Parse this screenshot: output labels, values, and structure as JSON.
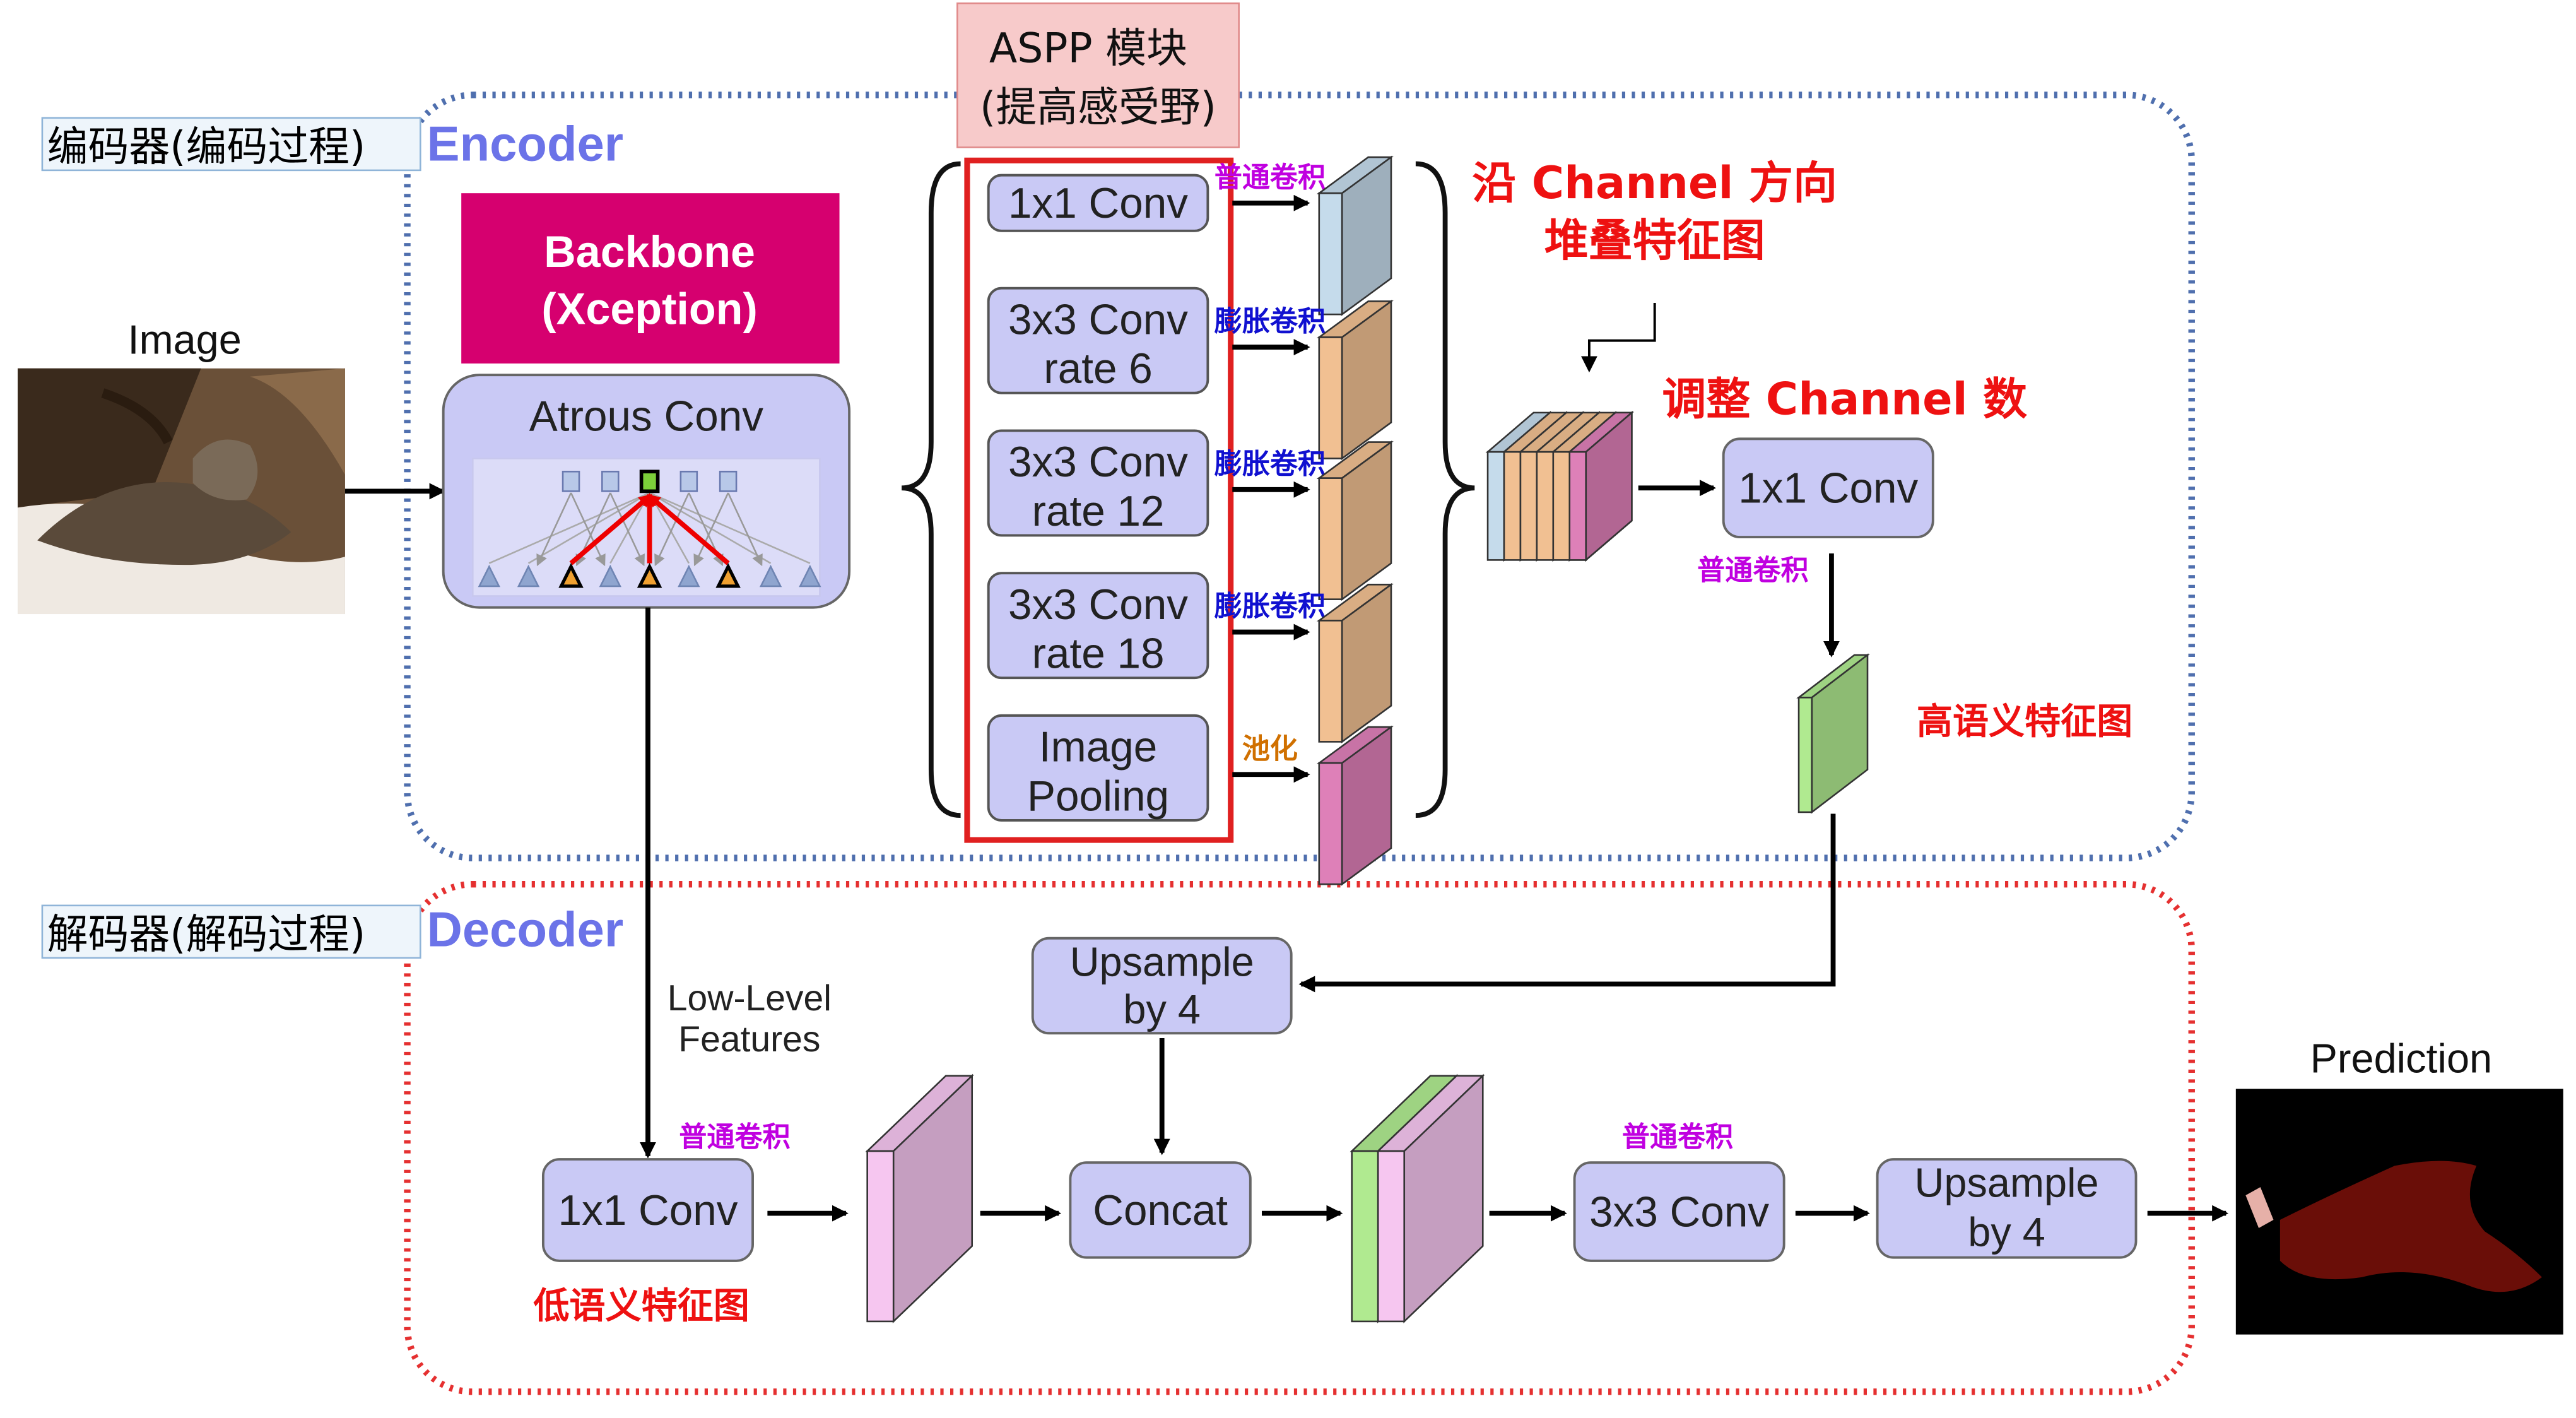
{
  "encoder": {
    "label_cn": "编码器(编码过程)",
    "label_en": "Encoder"
  },
  "decoder": {
    "label_cn": "解码器(解码过程)",
    "label_en": "Decoder"
  },
  "image_label": "Image",
  "backbone": {
    "line1": "Backbone",
    "line2": "(Xception)"
  },
  "atrous_conv": "Atrous Conv",
  "aspp": {
    "line1": "ASPP 模块",
    "line2": "(提高感受野)"
  },
  "aspp_branches": [
    {
      "line1": "1x1 Conv",
      "line2": "",
      "tag": "普通卷积"
    },
    {
      "line1": "3x3 Conv",
      "line2": "rate 6",
      "tag": "膨胀卷积"
    },
    {
      "line1": "3x3 Conv",
      "line2": "rate 12",
      "tag": "膨胀卷积"
    },
    {
      "line1": "3x3 Conv",
      "line2": "rate 18",
      "tag": "膨胀卷积"
    },
    {
      "line1": "Image",
      "line2": "Pooling",
      "tag": "池化"
    }
  ],
  "stack_note": {
    "line1": "沿 Channel 方向",
    "line2": "堆叠特征图"
  },
  "adjust_note": "调整 Channel 数",
  "enc_conv": {
    "label": "1x1 Conv",
    "tag": "普通卷积"
  },
  "high_semantic": "高语义特征图",
  "low_level": {
    "line1": "Low-Level",
    "line2": "Features"
  },
  "dec_conv1": {
    "label": "1x1 Conv",
    "tag": "普通卷积"
  },
  "low_semantic": "低语义特征图",
  "upsample1": {
    "line1": "Upsample",
    "line2": "by 4"
  },
  "concat": "Concat",
  "dec_conv2": {
    "label": "3x3 Conv",
    "tag": "普通卷积"
  },
  "upsample2": {
    "line1": "Upsample",
    "line2": "by 4"
  },
  "prediction_label": "Prediction",
  "colors": {
    "encoder_border": "#4f6fae",
    "decoder_border": "#e53030",
    "encoder_label": "#6b73e8",
    "block_fill": "#c9c9f5",
    "backbone_fill": "#d6006f",
    "aspp_border": "#e02020",
    "aspp_title_fill": "#f7caca",
    "red_note": "#ee1111",
    "tag_magenta": "#c000e0",
    "tag_blue": "#1010d0",
    "tag_orange": "#d07000",
    "fm_blue": "#c5dbeb",
    "fm_orange": "#f1c092",
    "fm_pink": "#de80b8",
    "fm_green": "#b0ea90",
    "fm_mauve": "#cea6d4",
    "fm_lightpink": "#f6c6f0"
  }
}
